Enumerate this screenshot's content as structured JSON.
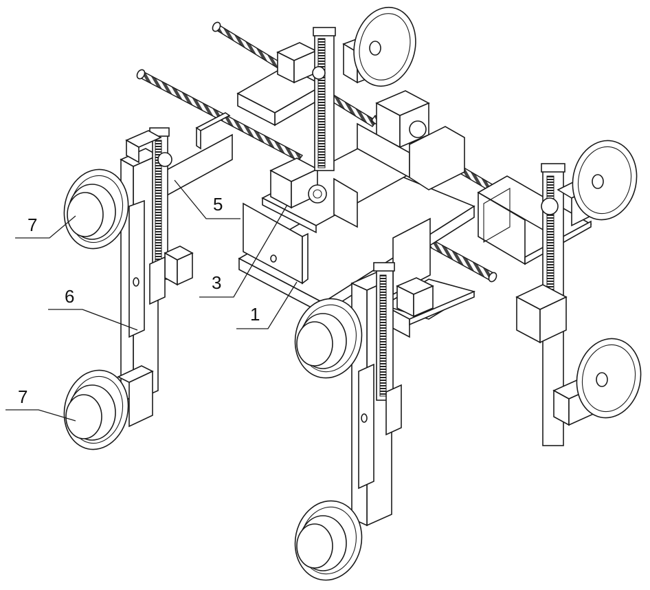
{
  "labels": {
    "part_1": "1",
    "part_3": "3",
    "part_5": "5",
    "part_6": "6",
    "part_7_upper": "7",
    "part_7_lower": "7"
  },
  "colors": {
    "line": "#1a1a1a",
    "background": "#ffffff"
  }
}
